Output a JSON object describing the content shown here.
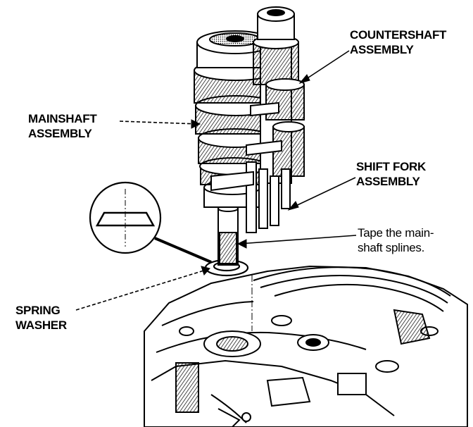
{
  "labels": {
    "countershaft": [
      "COUNTERSHAFT",
      "ASSEMBLY"
    ],
    "mainshaft": [
      "MAINSHAFT",
      "ASSEMBLY"
    ],
    "shift_fork": [
      "SHIFT FORK",
      "ASSEMBLY"
    ],
    "tape_note": [
      "Tape the main-",
      "shaft splines."
    ],
    "spring_washer": [
      "SPRING",
      "WASHER"
    ]
  },
  "colors": {
    "ink": "#000000",
    "paper": "#ffffff",
    "shade": "#9a9a9a"
  }
}
